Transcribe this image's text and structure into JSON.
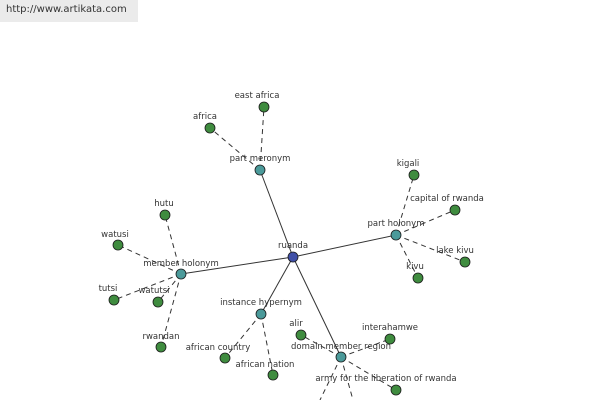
{
  "url": "http://www.artikata.com",
  "colors": {
    "root": "#3f4fa7",
    "relation": "#4b9a9a",
    "leaf": "#3f8c3f"
  },
  "graph": {
    "root": "ruanda",
    "relations": [
      {
        "label": "part meronym",
        "terms": [
          "east africa",
          "africa"
        ]
      },
      {
        "label": "part holonym",
        "terms": [
          "kigali",
          "capital of rwanda",
          "lake kivu",
          "kivu"
        ]
      },
      {
        "label": "member holonym",
        "terms": [
          "hutu",
          "watusi",
          "tutsi",
          "watutsi",
          "rwandan"
        ]
      },
      {
        "label": "instance hypernym",
        "terms": [
          "african country",
          "african nation"
        ]
      },
      {
        "label": "domain member region",
        "terms": [
          "alir",
          "interahamwe",
          "army for the liberation of rwanda",
          "",
          ""
        ]
      }
    ]
  }
}
